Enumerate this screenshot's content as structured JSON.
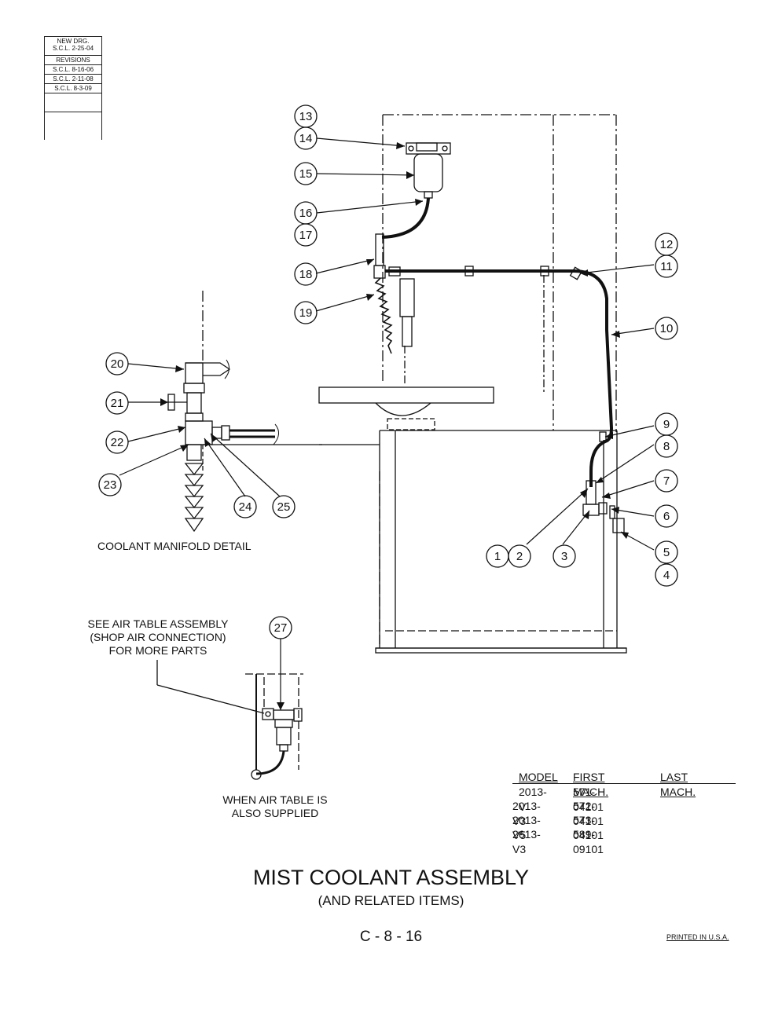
{
  "revision_block": {
    "rows": [
      "NEW DRG.",
      "S.C.L. 2-25-04",
      "REVISIONS",
      "S.C.L. 8-16-06",
      "S.C.L. 2-11-08",
      "S.C.L. 8-3-09"
    ]
  },
  "callouts": [
    "1",
    "2",
    "3",
    "4",
    "5",
    "6",
    "7",
    "8",
    "9",
    "10",
    "11",
    "12",
    "13",
    "14",
    "15",
    "16",
    "17",
    "18",
    "19",
    "20",
    "21",
    "22",
    "23",
    "24",
    "25",
    "27"
  ],
  "labels": {
    "manifold_detail": "COOLANT MANIFOLD DETAIL",
    "air_table_note_line1": "SEE AIR TABLE ASSEMBLY",
    "air_table_note_line2": "(SHOP AIR CONNECTION)",
    "air_table_note_line3": "FOR MORE PARTS",
    "air_table_supplied_line1": "WHEN AIR TABLE IS",
    "air_table_supplied_line2": "ALSO SUPPLIED"
  },
  "model_table": {
    "headers": [
      "MODEL",
      "FIRST MACH.",
      "LAST MACH."
    ],
    "rows": [
      [
        "2013-V",
        "571-04101",
        ""
      ],
      [
        "2013-V3",
        "572-04101",
        ""
      ],
      [
        "2013-V5",
        "573-04101",
        ""
      ],
      [
        "2613-V3",
        "589-09101",
        ""
      ]
    ]
  },
  "title": {
    "main": "MIST COOLANT ASSEMBLY",
    "sub": "(AND RELATED ITEMS)",
    "page_number": "C - 8 - 16",
    "printed": "PRINTED IN U.S.A."
  }
}
